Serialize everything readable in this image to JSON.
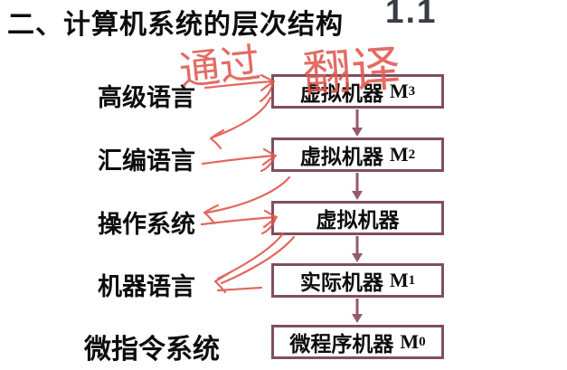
{
  "slide": {
    "title": "二、计算机系统的层次结构",
    "page_number": "1.1"
  },
  "diagram": {
    "levels": [
      {
        "label": "高级语言",
        "box": "虚拟机器",
        "machine": "M",
        "subscript": "3"
      },
      {
        "label": "汇编语言",
        "box": "虚拟机器",
        "machine": "M",
        "subscript": "2"
      },
      {
        "label": "操作系统",
        "box": "虚拟机器",
        "machine": "",
        "subscript": ""
      },
      {
        "label": "机器语言",
        "box": "实际机器",
        "machine": "M",
        "subscript": "1"
      },
      {
        "label": "微指令系统",
        "box": "微程序机器",
        "machine": "M",
        "subscript": "0"
      }
    ],
    "connector_direction": "down"
  },
  "annotations": {
    "handwriting": [
      "通过",
      "翻译"
    ],
    "ink_color": "#e0584e"
  },
  "colors": {
    "background": "#ffffff",
    "text": "#0d0d0d",
    "box_border": "#7f4f5e",
    "connector_arrow": "#96596c",
    "page_number": "#383d45"
  }
}
